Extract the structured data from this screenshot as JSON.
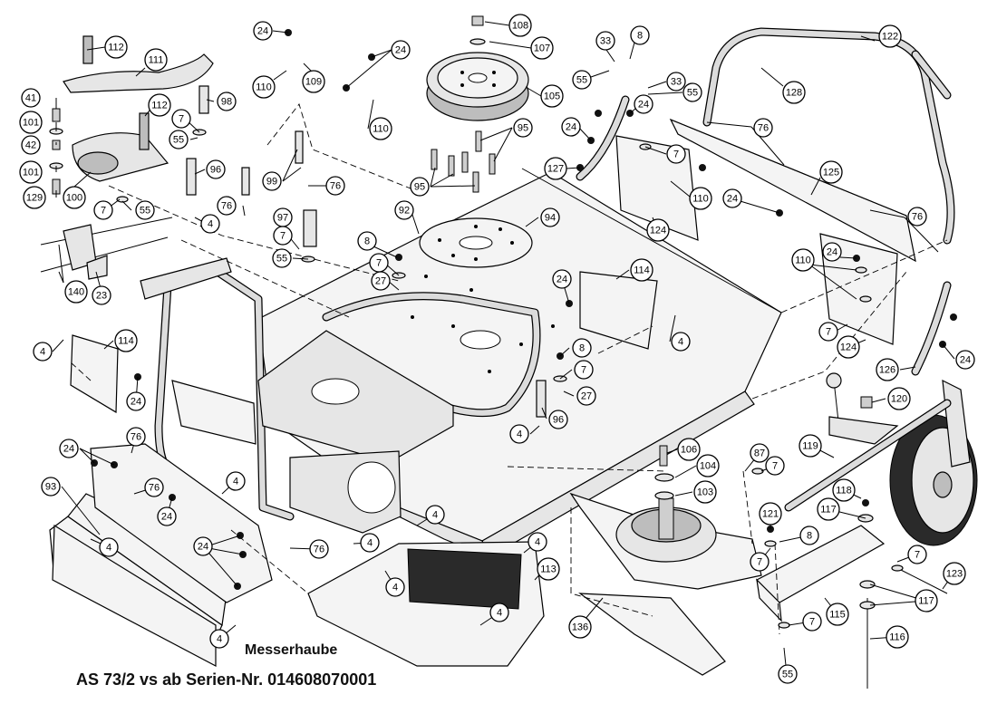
{
  "diagram": {
    "title": "Messerhaube",
    "subtitle": "AS 73/2 vs ab Serien-Nr. 014608070001",
    "callouts": [
      {
        "id": "c112a",
        "label": "112"
      },
      {
        "id": "c111",
        "label": "111"
      },
      {
        "id": "c41",
        "label": "41"
      },
      {
        "id": "c101a",
        "label": "101"
      },
      {
        "id": "c42",
        "label": "42"
      },
      {
        "id": "c101b",
        "label": "101"
      },
      {
        "id": "c129",
        "label": "129"
      },
      {
        "id": "c100",
        "label": "100"
      },
      {
        "id": "c112b",
        "label": "112"
      },
      {
        "id": "c7a",
        "label": "7"
      },
      {
        "id": "c55a",
        "label": "55"
      },
      {
        "id": "c98",
        "label": "98"
      },
      {
        "id": "c7b",
        "label": "7"
      },
      {
        "id": "c55b",
        "label": "55"
      },
      {
        "id": "c96a",
        "label": "96"
      },
      {
        "id": "c4a",
        "label": "4"
      },
      {
        "id": "c140",
        "label": "140"
      },
      {
        "id": "c23",
        "label": "23"
      },
      {
        "id": "c24a",
        "label": "24"
      },
      {
        "id": "c110a",
        "label": "110"
      },
      {
        "id": "c109",
        "label": "109"
      },
      {
        "id": "c24b",
        "label": "24"
      },
      {
        "id": "c110b",
        "label": "110"
      },
      {
        "id": "c76a",
        "label": "76"
      },
      {
        "id": "c99",
        "label": "99"
      },
      {
        "id": "c76b",
        "label": "76"
      },
      {
        "id": "c97",
        "label": "97"
      },
      {
        "id": "c7c",
        "label": "7"
      },
      {
        "id": "c55c",
        "label": "55"
      },
      {
        "id": "c108",
        "label": "108"
      },
      {
        "id": "c107",
        "label": "107"
      },
      {
        "id": "c105",
        "label": "105"
      },
      {
        "id": "c95a",
        "label": "95"
      },
      {
        "id": "c95b",
        "label": "95"
      },
      {
        "id": "c92",
        "label": "92"
      },
      {
        "id": "c94",
        "label": "94"
      },
      {
        "id": "c8a",
        "label": "8"
      },
      {
        "id": "c7d",
        "label": "7"
      },
      {
        "id": "c27a",
        "label": "27"
      },
      {
        "id": "c33a",
        "label": "33"
      },
      {
        "id": "c8b",
        "label": "8"
      },
      {
        "id": "c55d",
        "label": "55"
      },
      {
        "id": "c33b",
        "label": "33"
      },
      {
        "id": "c55e",
        "label": "55"
      },
      {
        "id": "c24c",
        "label": "24"
      },
      {
        "id": "c24d",
        "label": "24"
      },
      {
        "id": "c127",
        "label": "127"
      },
      {
        "id": "c7e",
        "label": "7"
      },
      {
        "id": "c110c",
        "label": "110"
      },
      {
        "id": "c124a",
        "label": "124"
      },
      {
        "id": "c122",
        "label": "122"
      },
      {
        "id": "c128",
        "label": "128"
      },
      {
        "id": "c76c",
        "label": "76"
      },
      {
        "id": "c125",
        "label": "125"
      },
      {
        "id": "c24e",
        "label": "24"
      },
      {
        "id": "c76d",
        "label": "76"
      },
      {
        "id": "c24f",
        "label": "24"
      },
      {
        "id": "c110d",
        "label": "110"
      },
      {
        "id": "c7f",
        "label": "7"
      },
      {
        "id": "c124b",
        "label": "124"
      },
      {
        "id": "c126",
        "label": "126"
      },
      {
        "id": "c24g",
        "label": "24"
      },
      {
        "id": "c114a",
        "label": "114"
      },
      {
        "id": "c24h",
        "label": "24"
      },
      {
        "id": "c4b",
        "label": "4"
      },
      {
        "id": "c8c",
        "label": "8"
      },
      {
        "id": "c7g",
        "label": "7"
      },
      {
        "id": "c27b",
        "label": "27"
      },
      {
        "id": "c4c",
        "label": "4"
      },
      {
        "id": "c96b",
        "label": "96"
      },
      {
        "id": "c114b",
        "label": "114"
      },
      {
        "id": "c4d",
        "label": "4"
      },
      {
        "id": "c24i",
        "label": "24"
      },
      {
        "id": "c76e",
        "label": "76"
      },
      {
        "id": "c24j",
        "label": "24"
      },
      {
        "id": "c93",
        "label": "93"
      },
      {
        "id": "c76f",
        "label": "76"
      },
      {
        "id": "c4e",
        "label": "4"
      },
      {
        "id": "c24k",
        "label": "24"
      },
      {
        "id": "c4f",
        "label": "4"
      },
      {
        "id": "c24l",
        "label": "24"
      },
      {
        "id": "c76g",
        "label": "76"
      },
      {
        "id": "c4g",
        "label": "4"
      },
      {
        "id": "c4h",
        "label": "4"
      },
      {
        "id": "c4i",
        "label": "4"
      },
      {
        "id": "c4j",
        "label": "4"
      },
      {
        "id": "c4k",
        "label": "4"
      },
      {
        "id": "c4l",
        "label": "4"
      },
      {
        "id": "c113",
        "label": "113"
      },
      {
        "id": "c136",
        "label": "136"
      },
      {
        "id": "c106",
        "label": "106"
      },
      {
        "id": "c104",
        "label": "104"
      },
      {
        "id": "c103",
        "label": "103"
      },
      {
        "id": "c120",
        "label": "120"
      },
      {
        "id": "c119",
        "label": "119"
      },
      {
        "id": "c87",
        "label": "87"
      },
      {
        "id": "c7h",
        "label": "7"
      },
      {
        "id": "c118",
        "label": "118"
      },
      {
        "id": "c117a",
        "label": "117"
      },
      {
        "id": "c121",
        "label": "121"
      },
      {
        "id": "c8d",
        "label": "8"
      },
      {
        "id": "c7i",
        "label": "7"
      },
      {
        "id": "c7j",
        "label": "7"
      },
      {
        "id": "c123",
        "label": "123"
      },
      {
        "id": "c117b",
        "label": "117"
      },
      {
        "id": "c115",
        "label": "115"
      },
      {
        "id": "c7k",
        "label": "7"
      },
      {
        "id": "c116",
        "label": "116"
      },
      {
        "id": "c55f",
        "label": "55"
      }
    ]
  }
}
